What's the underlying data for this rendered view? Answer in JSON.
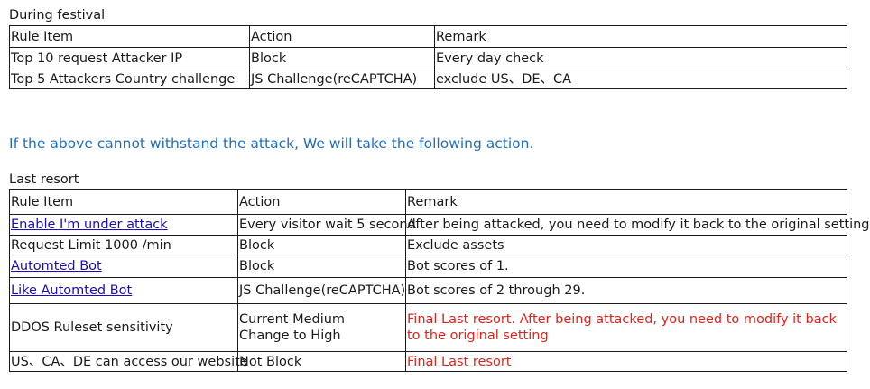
{
  "section1": {
    "caption": "During festival",
    "headers": [
      "Rule Item",
      "Action",
      "Remark"
    ],
    "rows": [
      {
        "rule": "Top 10 request Attacker IP",
        "action": "Block",
        "remark": "Every day check"
      },
      {
        "rule": "Top 5 Attackers Country challenge",
        "action": "JS Challenge(reCAPTCHA)",
        "remark": "exclude US、DE、CA"
      }
    ]
  },
  "notice": "If the above cannot withstand the attack, We will take the following action.",
  "section2": {
    "caption": "Last resort",
    "headers": [
      "Rule Item",
      "Action",
      "Remark"
    ],
    "rows": [
      {
        "rule": "Enable I'm under attack",
        "action": "Every visitor wait 5 second",
        "remark": "After being attacked, you need to modify it back to the original setting"
      },
      {
        "rule": "Request Limit 1000 /min",
        "action": "Block",
        "remark": "Exclude assets"
      },
      {
        "rule": "Automted Bot",
        "action": "Block",
        "remark": "Bot scores of 1."
      },
      {
        "rule": "Like Automted Bot",
        "action": "JS Challenge(reCAPTCHA)",
        "remark": "Bot scores of 2 through 29."
      },
      {
        "rule": "DDOS Ruleset sensitivity",
        "action_line1": "Current Medium",
        "action_line2": "Change to High",
        "remark": "Final Last resort. After being attacked, you need to modify it back to the original setting"
      },
      {
        "rule": "US、CA、DE can access our website",
        "action": "Not Block",
        "remark": "Final Last resort"
      }
    ]
  },
  "colors": {
    "notice": "#1f6fbf",
    "link": "#1a0dbb",
    "alert": "#e2231a"
  }
}
